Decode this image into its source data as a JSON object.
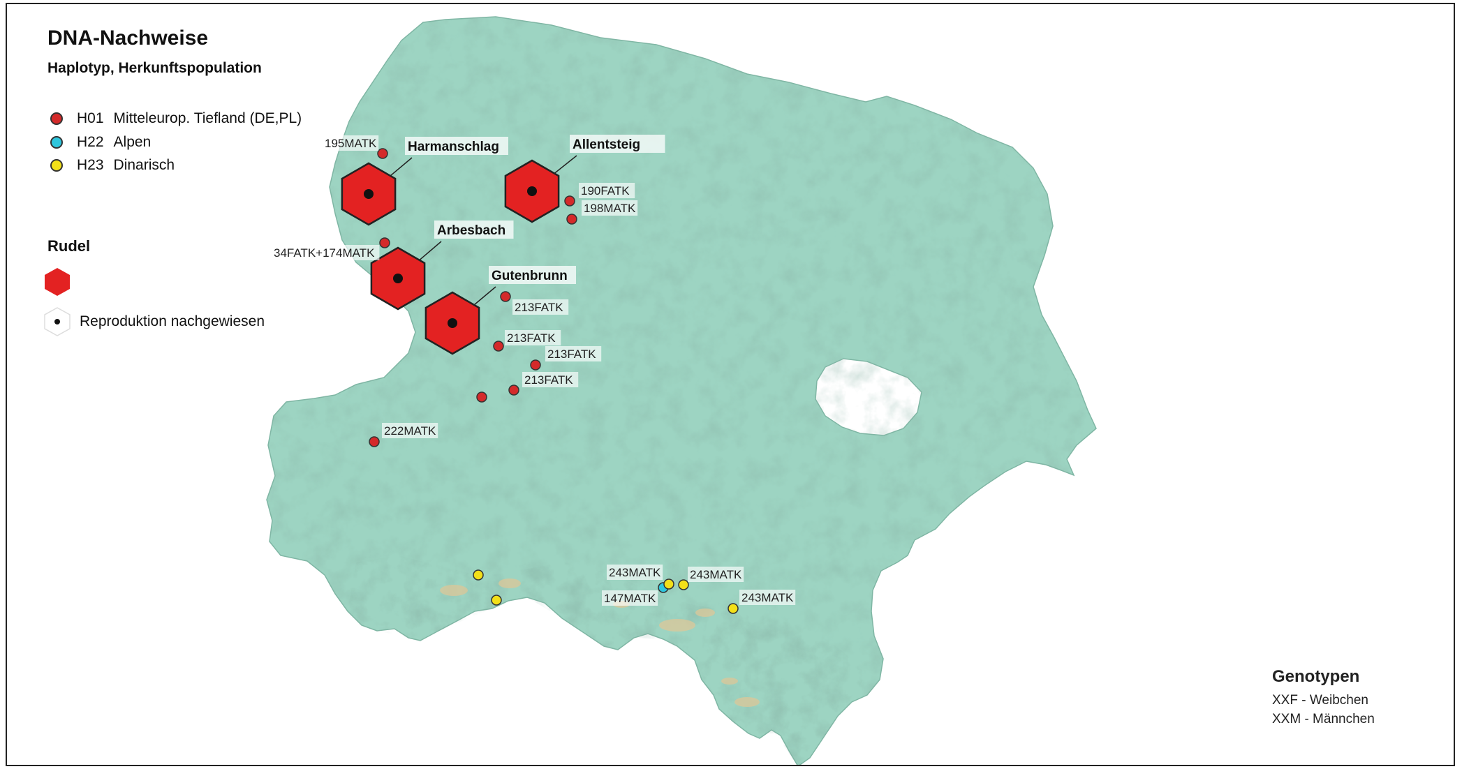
{
  "title": "DNA-Nachweise",
  "subtitle": "Haplotyp, Herkunftspopulation",
  "haplotypes": [
    {
      "code": "H01",
      "label": "Mitteleurop. Tiefland (DE,PL)",
      "color": "#d42a2a"
    },
    {
      "code": "H22",
      "label": "Alpen",
      "color": "#2ec6dd"
    },
    {
      "code": "H23",
      "label": "Dinarisch",
      "color": "#f3e019"
    }
  ],
  "rudel": {
    "title": "Rudel",
    "hex_color": "#e32222",
    "reproduction_label": "Reproduktion nachgewiesen"
  },
  "packs": [
    "Harmanschlag",
    "Allentsteig",
    "Arbesbach",
    "Gutenbrunn"
  ],
  "detection_labels": [
    "195MATK",
    "190FATK",
    "198MATK",
    "34FATK+174MATK",
    "213FATK",
    "213FATK",
    "213FATK",
    "213FATK",
    "222MATK",
    "243MATK",
    "243MATK",
    "147MATK",
    "243MATK"
  ],
  "genotypes": {
    "title": "Genotypen",
    "lines": [
      "XXF - Weibchen",
      "XXM - Männchen"
    ]
  },
  "map_colors": {
    "land": "#9dd4c2",
    "relief": "#6fae98",
    "mountain": "#d9c89b"
  }
}
